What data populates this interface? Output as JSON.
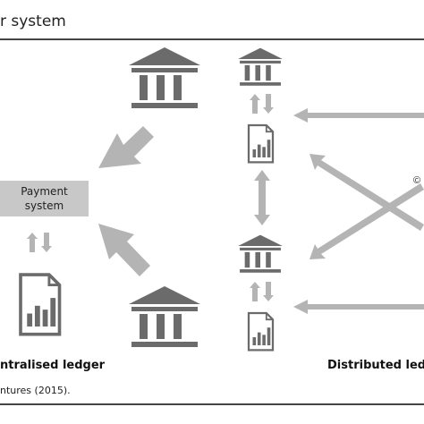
{
  "header": {
    "title": "r system"
  },
  "payment_box": {
    "line1": "Payment",
    "line2": "system"
  },
  "captions": {
    "centralised": "ntralised ledger",
    "distributed": "Distributed ledg"
  },
  "footer": {
    "source": "ntures (2015).",
    "copyright": "©"
  },
  "colors": {
    "icon": "#6b6b6b",
    "arrow": "#b4b4b4",
    "box": "#c8c8c8",
    "rule": "#444444"
  }
}
